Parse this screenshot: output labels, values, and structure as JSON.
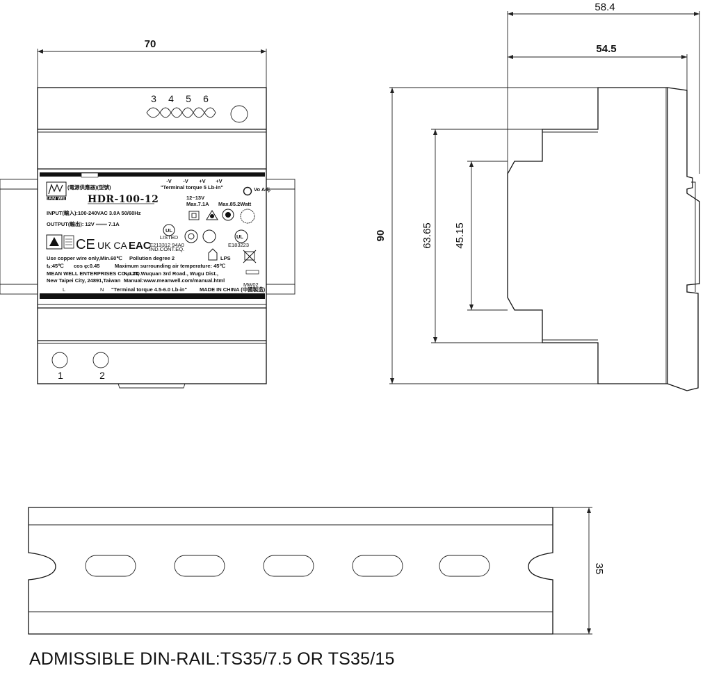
{
  "front_view": {
    "width_dim": "70",
    "top_terminals": [
      "3",
      "4",
      "5",
      "6"
    ],
    "bottom_terminals": [
      "1",
      "2"
    ],
    "label": {
      "brand": "MEAN WELL",
      "title_cn": "(電源供應器)(型號)",
      "model": "HDR-100-12",
      "v_terms": [
        "-V",
        "-V",
        "+V",
        "+V"
      ],
      "torque_top": "\"Terminal torque 5 Lb-in\"",
      "vadj_line1": "12~13V",
      "vadj_line2": "Max.7.1A",
      "vadj_line3": "Max.85.2Watt",
      "va_icon": "Vo Adj.",
      "input": "INPUT(輸入):100-240VAC  3.0A  50/60Hz",
      "output": "OUTPUT(輸出): 12V   ═══   7.1A",
      "cert_marks": [
        "CE",
        "UK CA",
        "EAC"
      ],
      "listed": "LISTED",
      "e_number": "E213312  94A0",
      "ind_cont": "IND.CONT.EQ.",
      "e_number2": "E183223",
      "lps": "LPS",
      "copper_wire": "Use copper wire only,Min.60℃",
      "pollution": "Pollution degree 2",
      "ta": "tₐ:45℃",
      "cos": "cos φ:0.45",
      "max_temp": "Maximum surrounding air temperature: 45℃",
      "company": "MEAN WELL ENTERPRISES CO., LTD.",
      "address": "No.28, Wuquan 3rd Road., Wugu Dist.,",
      "city": "New Taipei City, 24891,Taiwan",
      "manual": "Manual:www.meanwell.com/manual.html",
      "mw_code": "MW02",
      "l_label": "L",
      "n_label": "N",
      "torque_bottom": "\"Terminal torque 4.5-6.0 Lb-in\"",
      "made_in": "MADE IN CHINA (中國製造)"
    }
  },
  "side_view": {
    "dim_overall_depth": "58.4",
    "dim_body_depth": "54.5",
    "dim_height": "90",
    "dim_step1": "63.65",
    "dim_step2": "45.15"
  },
  "rail_view": {
    "dim_rail_height": "35"
  },
  "caption": "ADMISSIBLE DIN-RAIL:TS35/7.5 OR TS35/15"
}
